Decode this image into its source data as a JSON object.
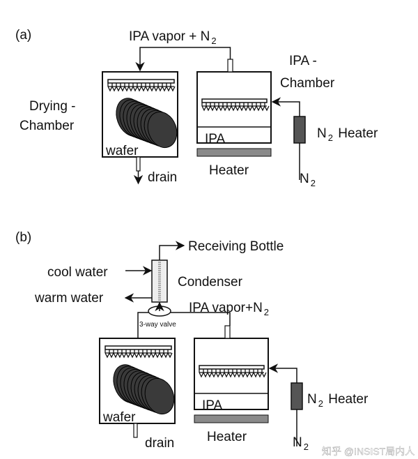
{
  "panel_a": {
    "tag": "(a)",
    "vapor_label": "IPA vapor  +  N",
    "vapor_sub": "2",
    "ipa_chamber_1": "IPA -",
    "ipa_chamber_2": "Chamber",
    "drying_chamber_1": "Drying -",
    "drying_chamber_2": "Chamber",
    "n2_heater": "N",
    "n2_heater_sub": "2",
    "n2_heater_rest": " Heater",
    "ipa": "IPA",
    "heater": "Heater",
    "drain": "drain",
    "wafer": "wafer",
    "n2_in": "N",
    "n2_in_sub": "2"
  },
  "panel_b": {
    "tag": "(b)",
    "receiving_bottle": "Receiving Bottle",
    "cool_water": "cool water",
    "warm_water": "warm water",
    "condenser": "Condenser",
    "valve": "3-way valve",
    "vapor_label": "IPA vapor+N",
    "vapor_sub": "2",
    "n2_heater": "N",
    "n2_heater_sub": "2",
    "n2_heater_rest": " Heater",
    "ipa": "IPA",
    "heater": "Heater",
    "drain": "drain",
    "wafer": "wafer",
    "n2_in": "N",
    "n2_in_sub": "2"
  },
  "watermark": "知乎 @INSIST局内人",
  "colors": {
    "line": "#111111",
    "heater": "#8a8a8a",
    "wafer": "#3a3a3a",
    "n2_heater": "#555555"
  }
}
